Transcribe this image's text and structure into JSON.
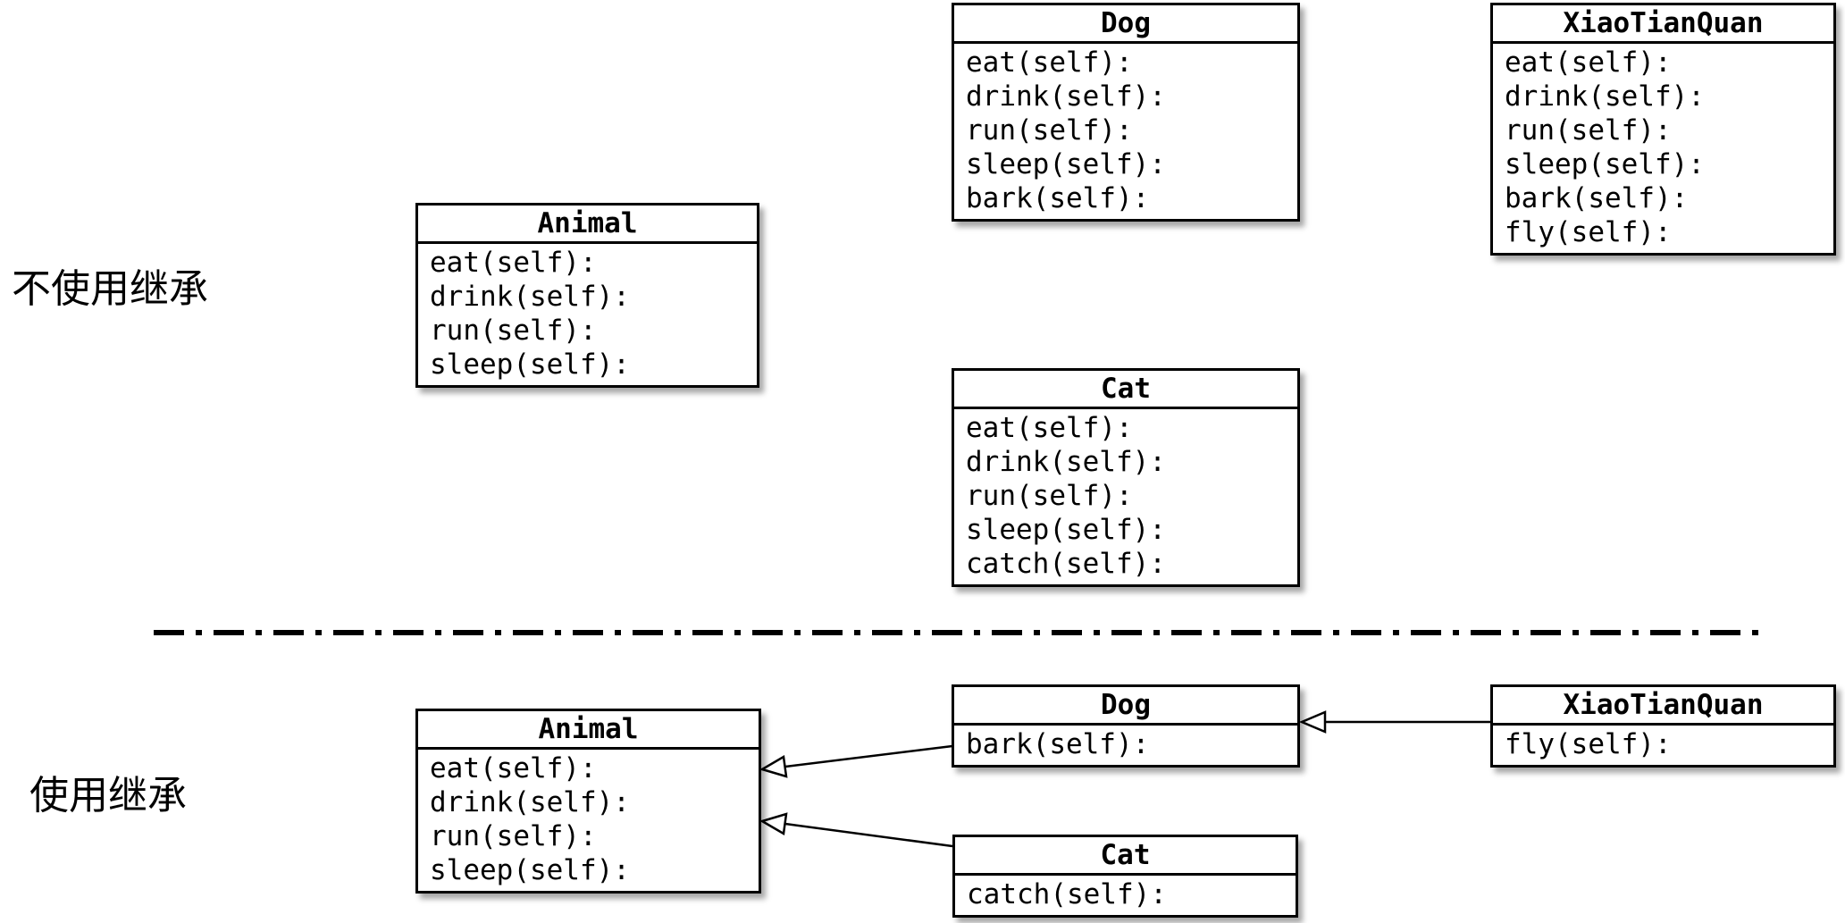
{
  "colors": {
    "background": "#ffffff",
    "box_background": "#ffffff",
    "box_border": "#000000",
    "text": "#000000",
    "shadow": "rgba(0,0,0,0.35)"
  },
  "sections": {
    "top": {
      "label": "不使用继承",
      "classes": [
        {
          "name": "Dog",
          "methods": [
            "eat(self):",
            "drink(self):",
            "run(self):",
            "sleep(self):",
            "bark(self):"
          ]
        },
        {
          "name": "XiaoTianQuan",
          "methods": [
            "eat(self):",
            "drink(self):",
            "run(self):",
            "sleep(self):",
            "bark(self):",
            "fly(self):"
          ]
        },
        {
          "name": "Animal",
          "methods": [
            "eat(self):",
            "drink(self):",
            "run(self):",
            "sleep(self):"
          ]
        },
        {
          "name": "Cat",
          "methods": [
            "eat(self):",
            "drink(self):",
            "run(self):",
            "sleep(self):",
            "catch(self):"
          ]
        }
      ]
    },
    "bottom": {
      "label": "使用继承",
      "classes": [
        {
          "name": "Animal",
          "methods": [
            "eat(self):",
            "drink(self):",
            "run(self):",
            "sleep(self):"
          ]
        },
        {
          "name": "Dog",
          "methods": [
            "bark(self):"
          ]
        },
        {
          "name": "XiaoTianQuan",
          "methods": [
            "fly(self):"
          ]
        },
        {
          "name": "Cat",
          "methods": [
            "catch(self):"
          ]
        }
      ],
      "inheritance": [
        {
          "from": "Dog",
          "to": "Animal"
        },
        {
          "from": "Cat",
          "to": "Animal"
        },
        {
          "from": "XiaoTianQuan",
          "to": "Dog"
        }
      ]
    }
  }
}
